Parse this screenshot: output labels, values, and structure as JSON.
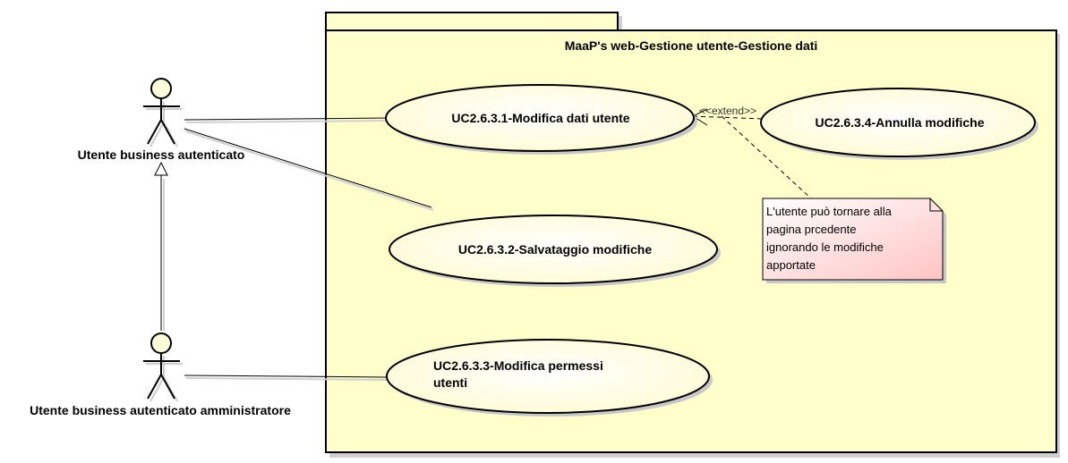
{
  "diagram": {
    "package": {
      "title": "MaaP's web-Gestione utente-Gestione dati"
    },
    "actors": [
      {
        "id": "actor-1",
        "name": "Utente business autenticato"
      },
      {
        "id": "actor-2",
        "name": "Utente business autenticato amministratore"
      }
    ],
    "use_cases": [
      {
        "id": "uc-1",
        "line1": "UC2.6.3.1-Modifica dati utente",
        "line2": ""
      },
      {
        "id": "uc-2",
        "line1": "UC2.6.3.2-Salvataggio modifiche",
        "line2": ""
      },
      {
        "id": "uc-3",
        "line1": "UC2.6.3.3-Modifica permessi",
        "line2": "utenti"
      },
      {
        "id": "uc-4",
        "line1": "UC2.6.3.4-Annulla modifiche",
        "line2": ""
      }
    ],
    "extend_label": "<<extend>>",
    "note": {
      "lines": [
        "L'utente può tornare alla",
        "pagina prcedente",
        "ignorando le modifiche",
        "apportate"
      ]
    },
    "colors": {
      "package_fill": "#ffffcc",
      "usecase_fill_center": "#ffffff",
      "usecase_fill_edge": "#fffbd4",
      "actor_head_fill": "#fffdd9",
      "note_fill_start": "#ffffff",
      "note_fill_end": "#ffc0c0",
      "stroke": "#000000",
      "shadow": "#c8c8c8"
    }
  }
}
